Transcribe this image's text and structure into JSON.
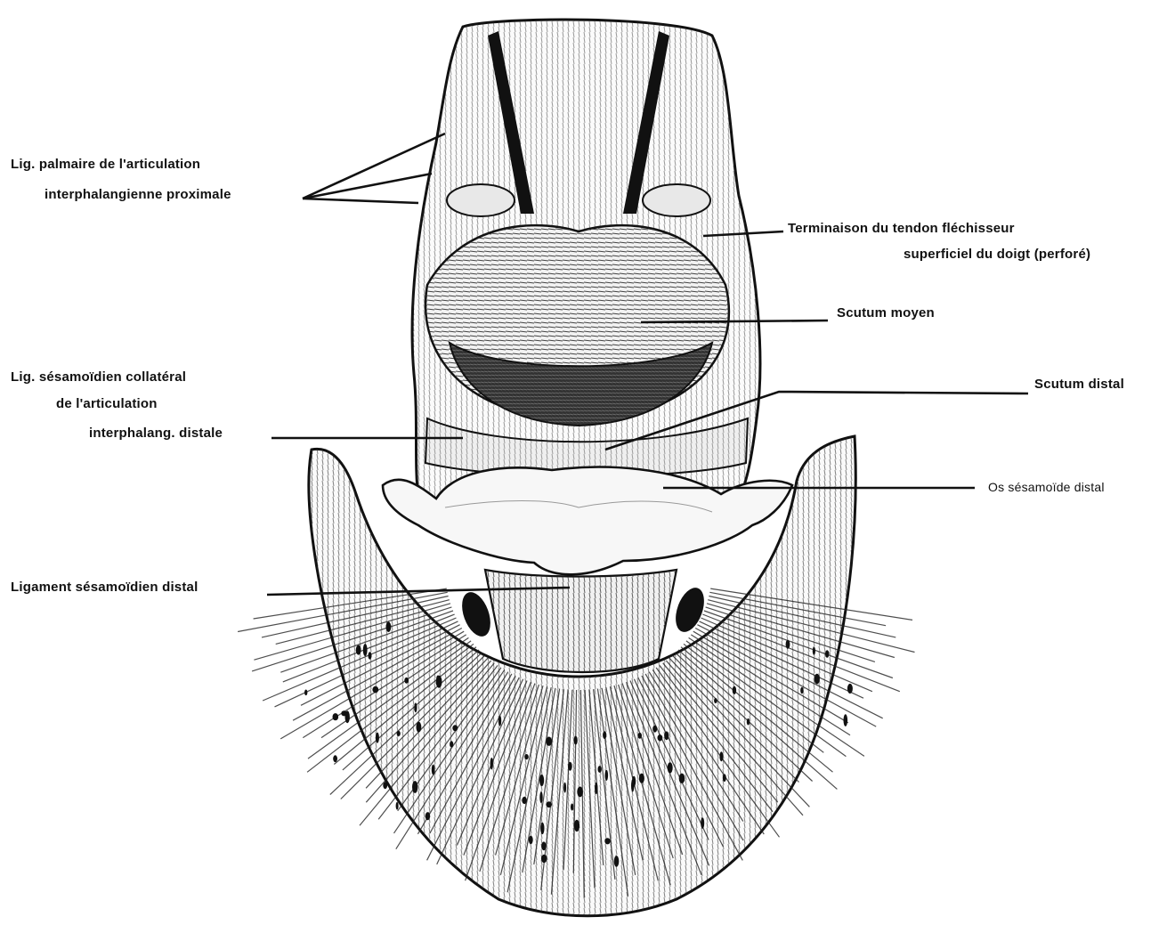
{
  "labels": {
    "lig_palmaire": [
      "Lig. palmaire de l'articulation",
      "interphalangienne proximale"
    ],
    "terminaison": [
      "Terminaison du tendon fléchisseur",
      "superficiel du doigt (perforé)"
    ],
    "scutum_moyen": "Scutum moyen",
    "lig_collateral": [
      "Lig. sésamoïdien collatéral",
      "de l'articulation",
      "interphalang. distale"
    ],
    "scutum_distal": "Scutum distal",
    "os_sesamoide": "Os sésamoïde distal",
    "ligament_distal": "Ligament sésamoïdien distal"
  },
  "colors": {
    "ink": "#111111",
    "paper": "#ffffff",
    "bone": "#f4f4f4",
    "dark": "#1a1a1a"
  }
}
